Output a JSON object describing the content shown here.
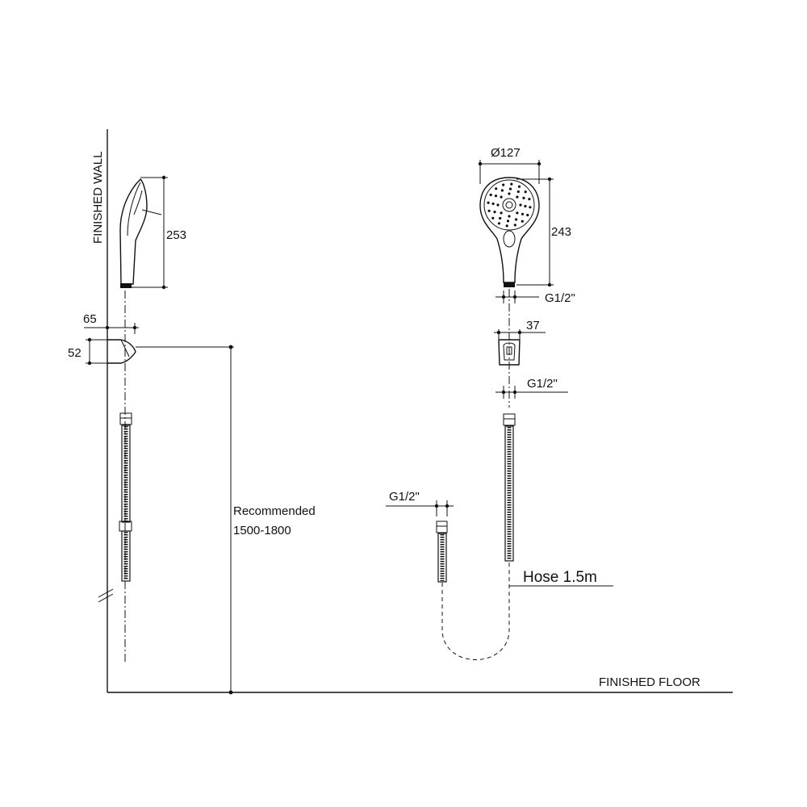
{
  "labels": {
    "finished_wall": "FINISHED WALL",
    "finished_floor": "FINISHED FLOOR",
    "recommended_line1": "Recommended",
    "recommended_line2": "1500-1800",
    "hose": "Hose 1.5m"
  },
  "dimensions": {
    "handset_side_height": "253",
    "bracket_depth": "65",
    "bracket_height": "52",
    "head_diameter": "Ø127",
    "handset_front_height": "243",
    "handset_thread": "G1/2\"",
    "bracket_width": "37",
    "hose_top_thread": "G1/2\"",
    "hose_bottom_thread": "G1/2\""
  }
}
